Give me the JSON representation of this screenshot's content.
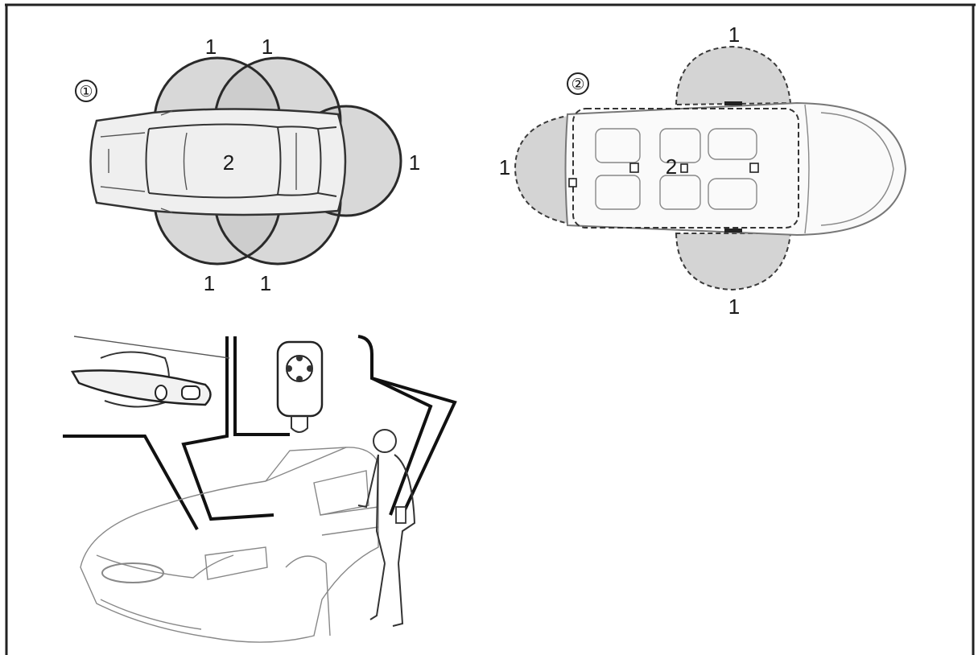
{
  "diagram_1": {
    "badge": "①",
    "center_label": "2",
    "zone_labels": [
      "1",
      "1",
      "1",
      "1",
      "1"
    ]
  },
  "diagram_2": {
    "badge": "②",
    "center_label": "2",
    "zone_labels": [
      "1",
      "1",
      "1"
    ]
  }
}
